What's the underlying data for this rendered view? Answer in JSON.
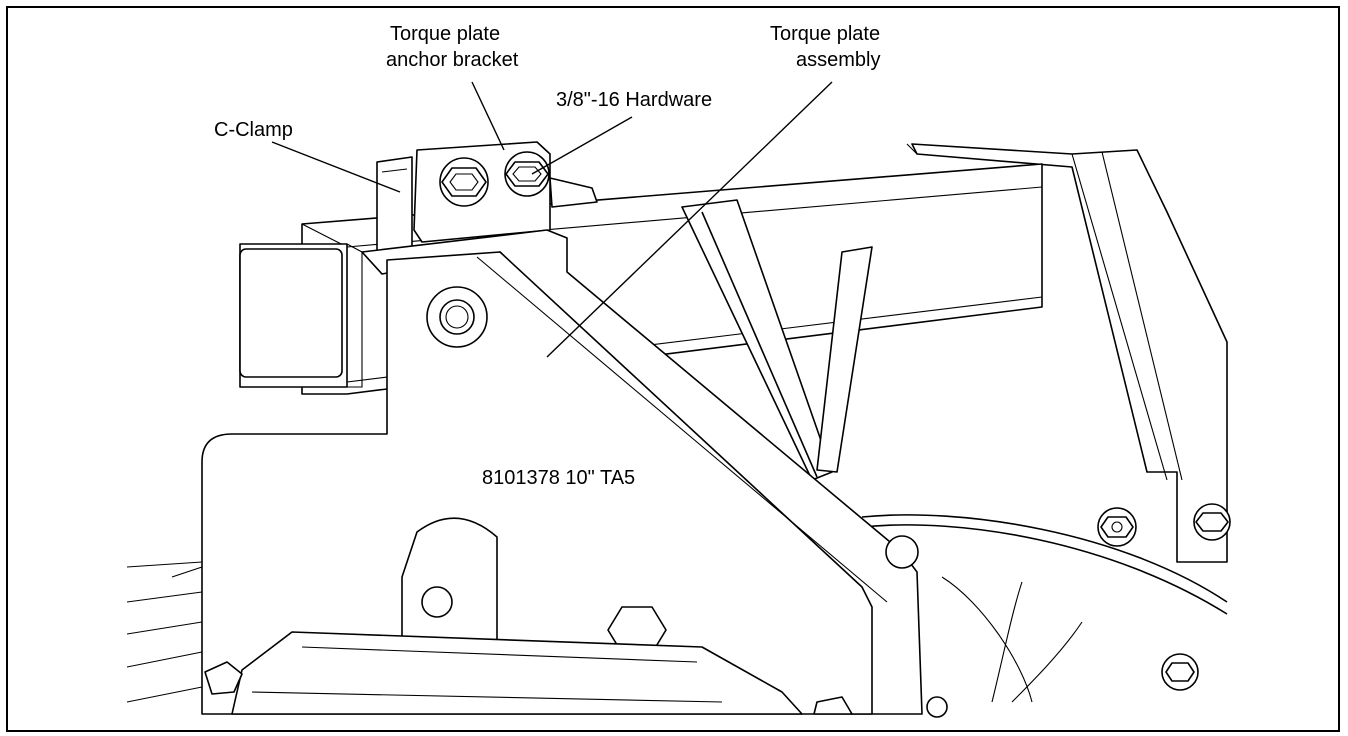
{
  "diagram": {
    "callouts": {
      "torque_plate_anchor_bracket": [
        "Torque plate",
        "anchor bracket"
      ],
      "torque_plate_assembly": [
        "Torque plate",
        "assembly"
      ],
      "hardware": "3/8\"-16 Hardware",
      "c_clamp": "C-Clamp"
    },
    "part_marking": "8101378 10\" TA5"
  }
}
